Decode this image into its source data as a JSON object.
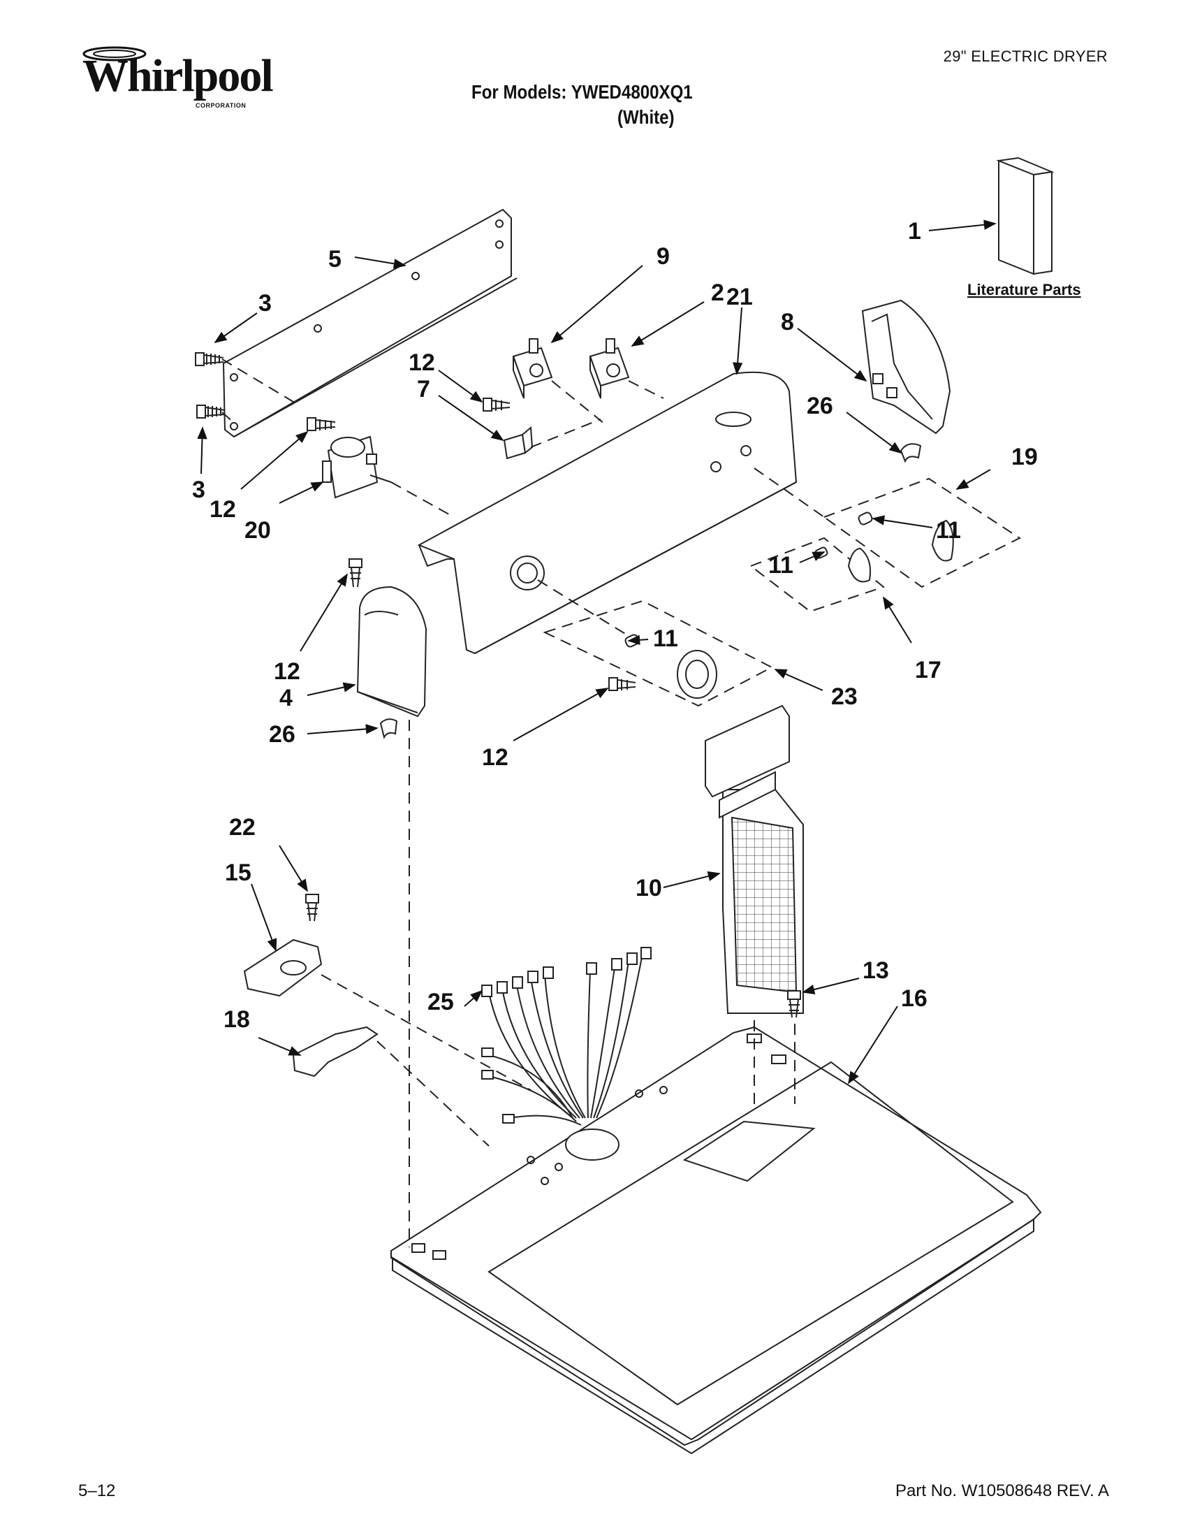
{
  "header": {
    "brand": "Whirlpool",
    "brand_sub": "CORPORATION",
    "doc_title": "29\" ELECTRIC DRYER",
    "models_line": "For Models: YWED4800XQ1",
    "color_line": "(White)"
  },
  "diagram": {
    "literature_label": "Literature Parts",
    "callouts": {
      "c1": "1",
      "c2": "2",
      "c21": "21",
      "c3a": "3",
      "c3b": "3",
      "c4": "4",
      "c5": "5",
      "c7": "7",
      "c8": "8",
      "c9": "9",
      "c10": "10",
      "c11a": "11",
      "c11b": "11",
      "c11c": "11",
      "c12a": "12",
      "c12b": "12",
      "c12c": "12",
      "c12d": "12",
      "c13": "13",
      "c15": "15",
      "c16": "16",
      "c17": "17",
      "c18": "18",
      "c19": "19",
      "c20": "20",
      "c22": "22",
      "c23": "23",
      "c25": "25",
      "c26a": "26",
      "c26b": "26"
    }
  },
  "footer": {
    "page": "5–12",
    "part_no": "Part No. W10508648 REV. A"
  }
}
